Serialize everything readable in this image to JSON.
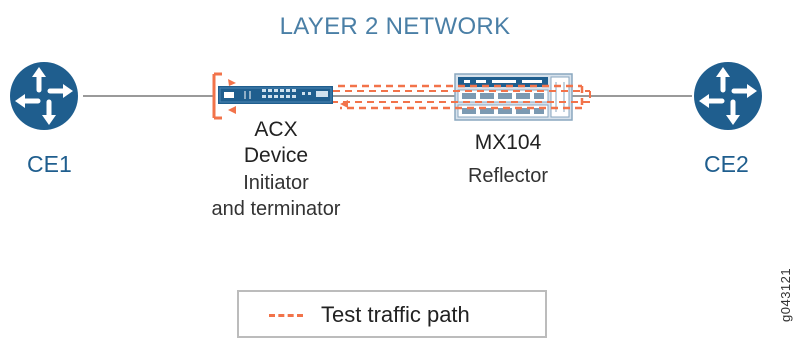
{
  "title": "LAYER 2 NETWORK",
  "nodes": {
    "ce1": {
      "label": "CE1",
      "icon": "router-icon"
    },
    "acx": {
      "name_line1": "ACX",
      "name_line2": "Device",
      "role_line1": "Initiator",
      "role_line2": "and terminator",
      "icon": "switch-icon"
    },
    "mx": {
      "name": "MX104",
      "role": "Reflector",
      "icon": "router-chassis-icon"
    },
    "ce2": {
      "label": "CE2",
      "icon": "router-icon"
    }
  },
  "legend": {
    "label": "Test traffic path"
  },
  "figure_id": "g043121",
  "colors": {
    "router_fill": "#1f5e8e",
    "test_traffic": "#f2734a",
    "link_line": "#9a9a9a",
    "title": "#4a7fa6"
  }
}
